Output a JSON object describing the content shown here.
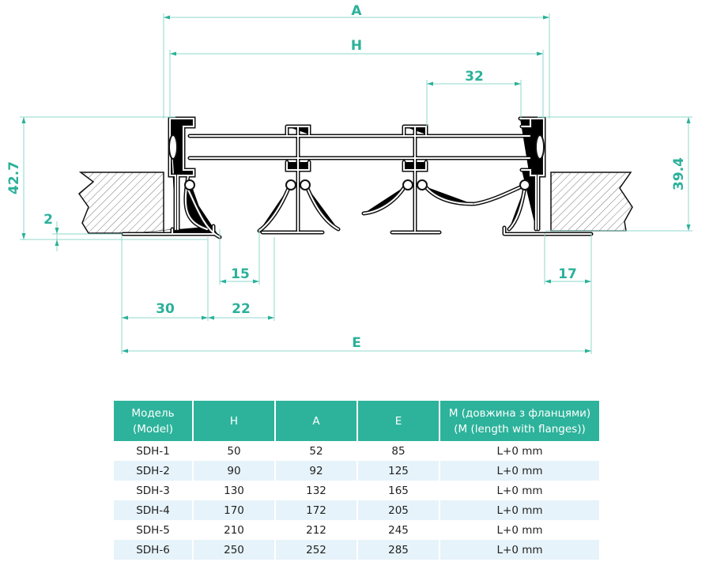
{
  "diagram": {
    "dimensions": {
      "A": "A",
      "H": "H",
      "pitch": "32",
      "height_left": "42.7",
      "height_right": "39.4",
      "flange_thickness": "2",
      "gap_15": "15",
      "flange_17": "17",
      "flange_30": "30",
      "gap_22": "22",
      "E": "E"
    },
    "colors": {
      "accent": "#2bb19a",
      "header_bg": "#2db39b",
      "row_alt": "#e6f3fa"
    }
  },
  "table": {
    "headers": [
      "Модель\n(Model)",
      "H",
      "A",
      "E",
      "M (довжина з фланцями)\n(M (length with flanges))"
    ],
    "header_lines": [
      [
        "Модель",
        "(Model)"
      ],
      [
        "H"
      ],
      [
        "A"
      ],
      [
        "E"
      ],
      [
        "M (довжина з фланцями)",
        "(M (length with flanges))"
      ]
    ],
    "rows": [
      [
        "SDH-1",
        "50",
        "52",
        "85",
        "L+0 mm"
      ],
      [
        "SDH-2",
        "90",
        "92",
        "125",
        "L+0 mm"
      ],
      [
        "SDH-3",
        "130",
        "132",
        "165",
        "L+0 mm"
      ],
      [
        "SDH-4",
        "170",
        "172",
        "205",
        "L+0 mm"
      ],
      [
        "SDH-5",
        "210",
        "212",
        "245",
        "L+0 mm"
      ],
      [
        "SDH-6",
        "250",
        "252",
        "285",
        "L+0 mm"
      ]
    ]
  }
}
